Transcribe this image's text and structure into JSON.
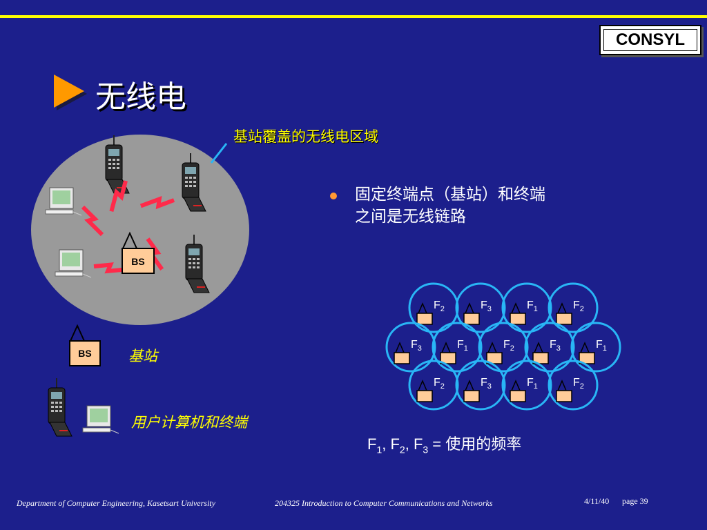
{
  "logo": {
    "text": "CONSYL"
  },
  "title": "无线电",
  "coverage_label": "基站覆盖的无线电区域",
  "bullet": {
    "line1": "固定终端点（基站）和终端",
    "line2": "之间是无线链路"
  },
  "legend": {
    "bs_box": "BS",
    "bs_label": "基站",
    "user_label": "用户计算机和终端"
  },
  "diagram": {
    "bs_box": "BS"
  },
  "cells": [
    {
      "f": "F",
      "sub": "2"
    },
    {
      "f": "F",
      "sub": "3"
    },
    {
      "f": "F",
      "sub": "1"
    },
    {
      "f": "F",
      "sub": "2"
    },
    {
      "f": "F",
      "sub": "3"
    },
    {
      "f": "F",
      "sub": "1"
    },
    {
      "f": "F",
      "sub": "2"
    },
    {
      "f": "F",
      "sub": "3"
    },
    {
      "f": "F",
      "sub": "1"
    },
    {
      "f": "F",
      "sub": "2"
    },
    {
      "f": "F",
      "sub": "3"
    },
    {
      "f": "F",
      "sub": "1"
    },
    {
      "f": "F",
      "sub": "2"
    }
  ],
  "freq_caption": {
    "f1": "F",
    "s1": "1",
    "sep1": ", F",
    "s2": "2",
    "sep2": ", F",
    "s3": "3",
    "rest": " = 使用的频率"
  },
  "footer": {
    "dept": "Department of Computer Engineering, Kasetsart University",
    "course": "204325 Introduction to Computer Communications and Networks",
    "date": "4/11/40",
    "page": "page 39"
  },
  "colors": {
    "background": "#1c1f8c",
    "accent_line": "#ffff00",
    "coverage_fill": "#9a9a9a",
    "lightning": "#ff2a4a",
    "cell_ring": "#29b6f6",
    "box_fill": "#ffcc99"
  },
  "icons": [
    "play-arrow-icon",
    "mobile-phone-icon",
    "computer-terminal-icon",
    "lightning-icon",
    "antenna-icon"
  ]
}
